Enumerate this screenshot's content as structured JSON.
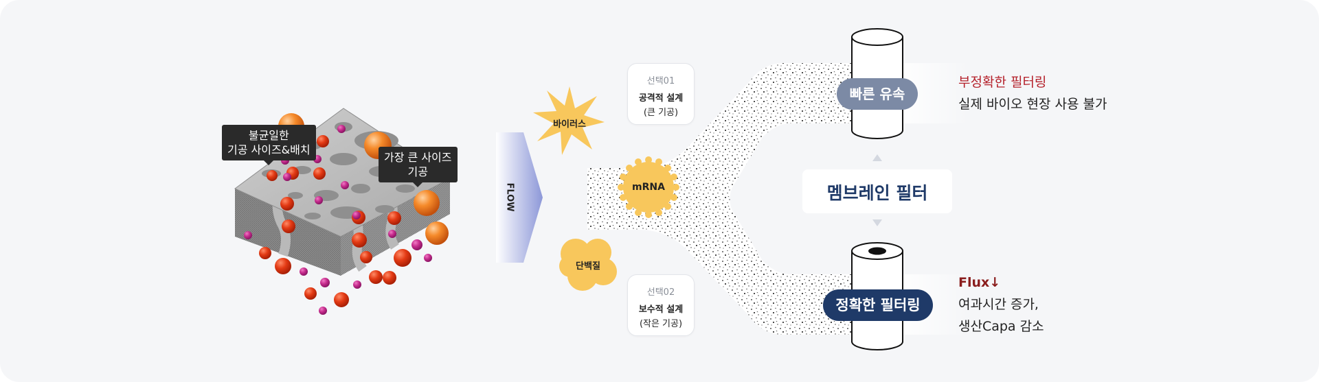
{
  "colors": {
    "accent_red": "#b4202a",
    "flux_red": "#8a1d1d",
    "navy": "#1f3a68",
    "slate": "#7c8aa5",
    "particle_yellow": "#f8c75c",
    "red_ball": "#e23a16",
    "magenta_ball": "#c02c8c",
    "orange_ball": "#f07a22"
  },
  "membrane": {
    "tooltip_uneven": [
      "불균일한",
      "기공 사이즈&배치"
    ],
    "tooltip_largest": [
      "가장 큰 사이즈",
      "기공"
    ]
  },
  "flow": {
    "label": "FLOW"
  },
  "particles": {
    "virus": "바이러스",
    "mrna": "mRNA",
    "protein": "단백질"
  },
  "options": {
    "top": {
      "option": "선택01",
      "title": "공격적 설계",
      "sub": "(큰 기공)"
    },
    "bottom": {
      "option": "선택02",
      "title": "보수적 설계",
      "sub": "(작은 기공)"
    }
  },
  "filter": {
    "center_label": "멤브레인 필터",
    "fast_flow": "빠른 유속",
    "accurate_filtering": "정확한 필터링"
  },
  "outcomes": {
    "top": {
      "headline": "부정확한 필터링",
      "detail": "실제 바이오 현장 사용 불가"
    },
    "bottom": {
      "headline": "Flux↓",
      "detail_lines": [
        "여과시간 증가,",
        "생산Capa 감소"
      ]
    }
  },
  "icons": [
    "membrane-block-illustration",
    "flow-arrow-icon",
    "virus-icon",
    "mrna-icon",
    "protein-icon",
    "filter-cylinder-icon",
    "up-arrow-icon",
    "down-arrow-icon"
  ]
}
